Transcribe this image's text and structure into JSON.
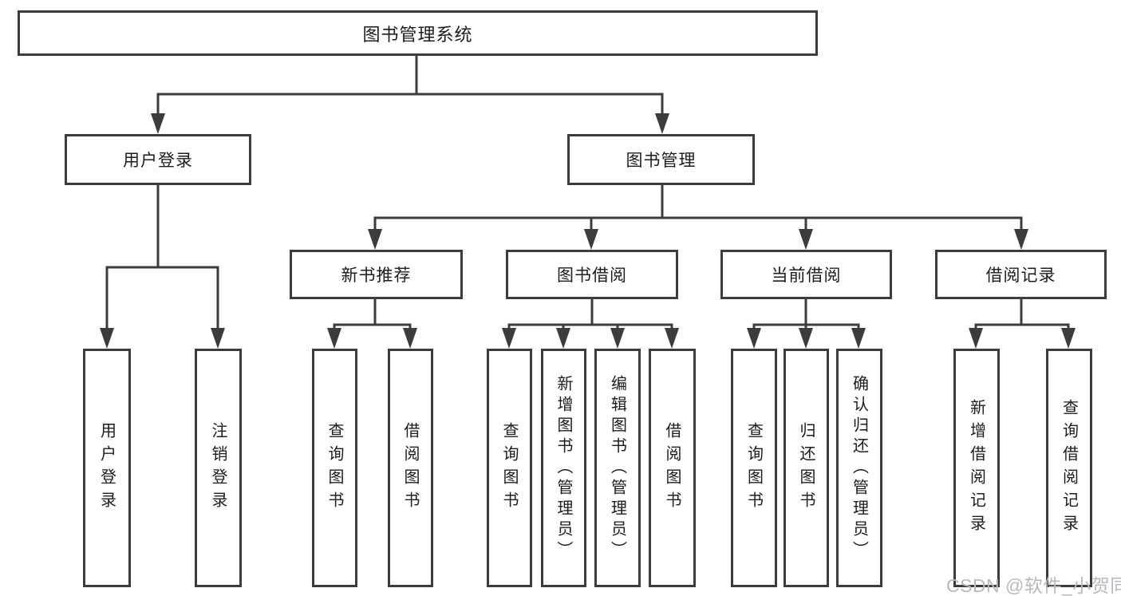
{
  "diagram": {
    "root": {
      "label": "图书管理系统",
      "children": [
        {
          "label": "用户登录",
          "children": [
            {
              "label": "用户登录"
            },
            {
              "label": "注销登录"
            }
          ]
        },
        {
          "label": "图书管理",
          "children": [
            {
              "label": "新书推荐",
              "children": [
                {
                  "label": "查询图书"
                },
                {
                  "label": "借阅图书"
                }
              ]
            },
            {
              "label": "图书借阅",
              "children": [
                {
                  "label": "查询图书"
                },
                {
                  "label": "新增图书（管理员）"
                },
                {
                  "label": "编辑图书（管理员）"
                },
                {
                  "label": "借阅图书"
                }
              ]
            },
            {
              "label": "当前借阅",
              "children": [
                {
                  "label": "查询图书"
                },
                {
                  "label": "归还图书"
                },
                {
                  "label": "确认归还（管理员）"
                }
              ]
            },
            {
              "label": "借阅记录",
              "children": [
                {
                  "label": "新增借阅记录"
                },
                {
                  "label": "查询借阅记录"
                }
              ]
            }
          ]
        }
      ]
    }
  },
  "watermark": {
    "text": "CSDN @软件_小贺同学"
  },
  "colors": {
    "line": "#3c3c3c",
    "text": "#1c1c1c",
    "watermark": "#b6bac0",
    "background": "#ffffff"
  }
}
